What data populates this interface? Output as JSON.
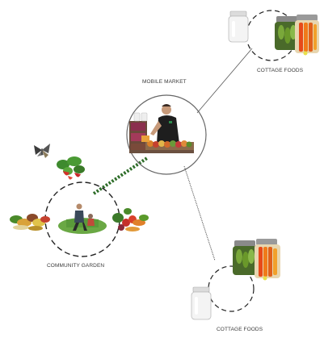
{
  "nodes": {
    "mobile_market": {
      "label": "MOBILE MARKET"
    },
    "community_garden": {
      "label": "COMMUNITY GARDEN"
    },
    "cottage_foods_top": {
      "label": "COTTAGE FOODS"
    },
    "cottage_foods_bottom": {
      "label": "COTTAGE FOODS"
    }
  },
  "colors": {
    "garden_link": "#2f6e2a",
    "line": "#555555",
    "circle_solid": "#666666",
    "circle_dashed": "#222222"
  },
  "icons": [
    "butterfly-icon",
    "strawberry-plant-icon",
    "mason-jar-icon",
    "pickle-jar-icon",
    "carrot-jar-icon",
    "farmer-icon",
    "vegetables-icon"
  ]
}
